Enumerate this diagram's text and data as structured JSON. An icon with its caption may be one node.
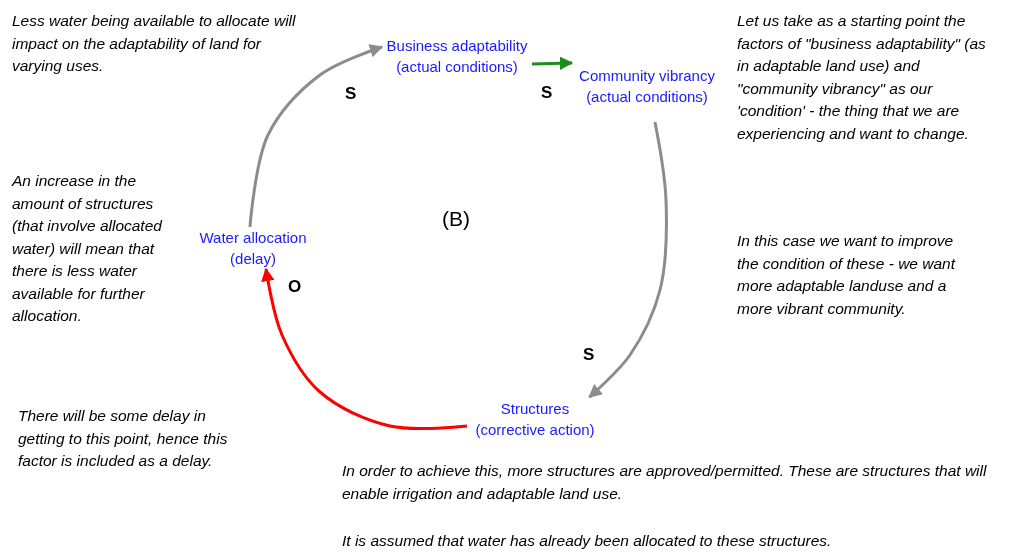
{
  "diagram": {
    "nodes": [
      {
        "text": [
          "Business adaptability (actual conditions)"
        ]
      },
      {
        "text": [
          "Community vibrancy (actual conditions)"
        ]
      },
      {
        "text": [
          "Structures (corrective action)"
        ]
      },
      {
        "text": [
          "Water allocation (delay)"
        ]
      }
    ],
    "edges": [
      {
        "from": 0,
        "to": 1,
        "arrow": "to",
        "label": "S",
        "color": "#1e8c1e"
      },
      {
        "from": 1,
        "to": 2,
        "arrow": "to",
        "label": "S"
      },
      {
        "from": 2,
        "to": 3,
        "arrow": "to",
        "label": "O",
        "color": "#ff0000"
      },
      {
        "from": 3,
        "to": 0,
        "arrow": "to",
        "label": "S"
      }
    ],
    "labels": [
      "Less water being available to allocate will impact on the adaptability of land for varying uses.",
      "Let us take as a starting point the factors of \"business adaptability\" (as in adaptable land use) and \"community vibrancy\" as our 'condition' - the thing that we are experiencing and want to change.",
      "An increase in the amount of structures (that involve allocated water) will mean that there is less water available for further allocation.",
      "(B)",
      "In this case we want to improve the condition of these - we want more adaptable landuse and a more vibrant community.",
      "There will be some delay in getting to this point, hence this factor is included as a delay.",
      "In order to achieve this, more structures are approved/permitted. These are structures that will enable irrigation and adaptable land use.",
      "It is assumed that water has already been allocated to these structures."
    ]
  }
}
